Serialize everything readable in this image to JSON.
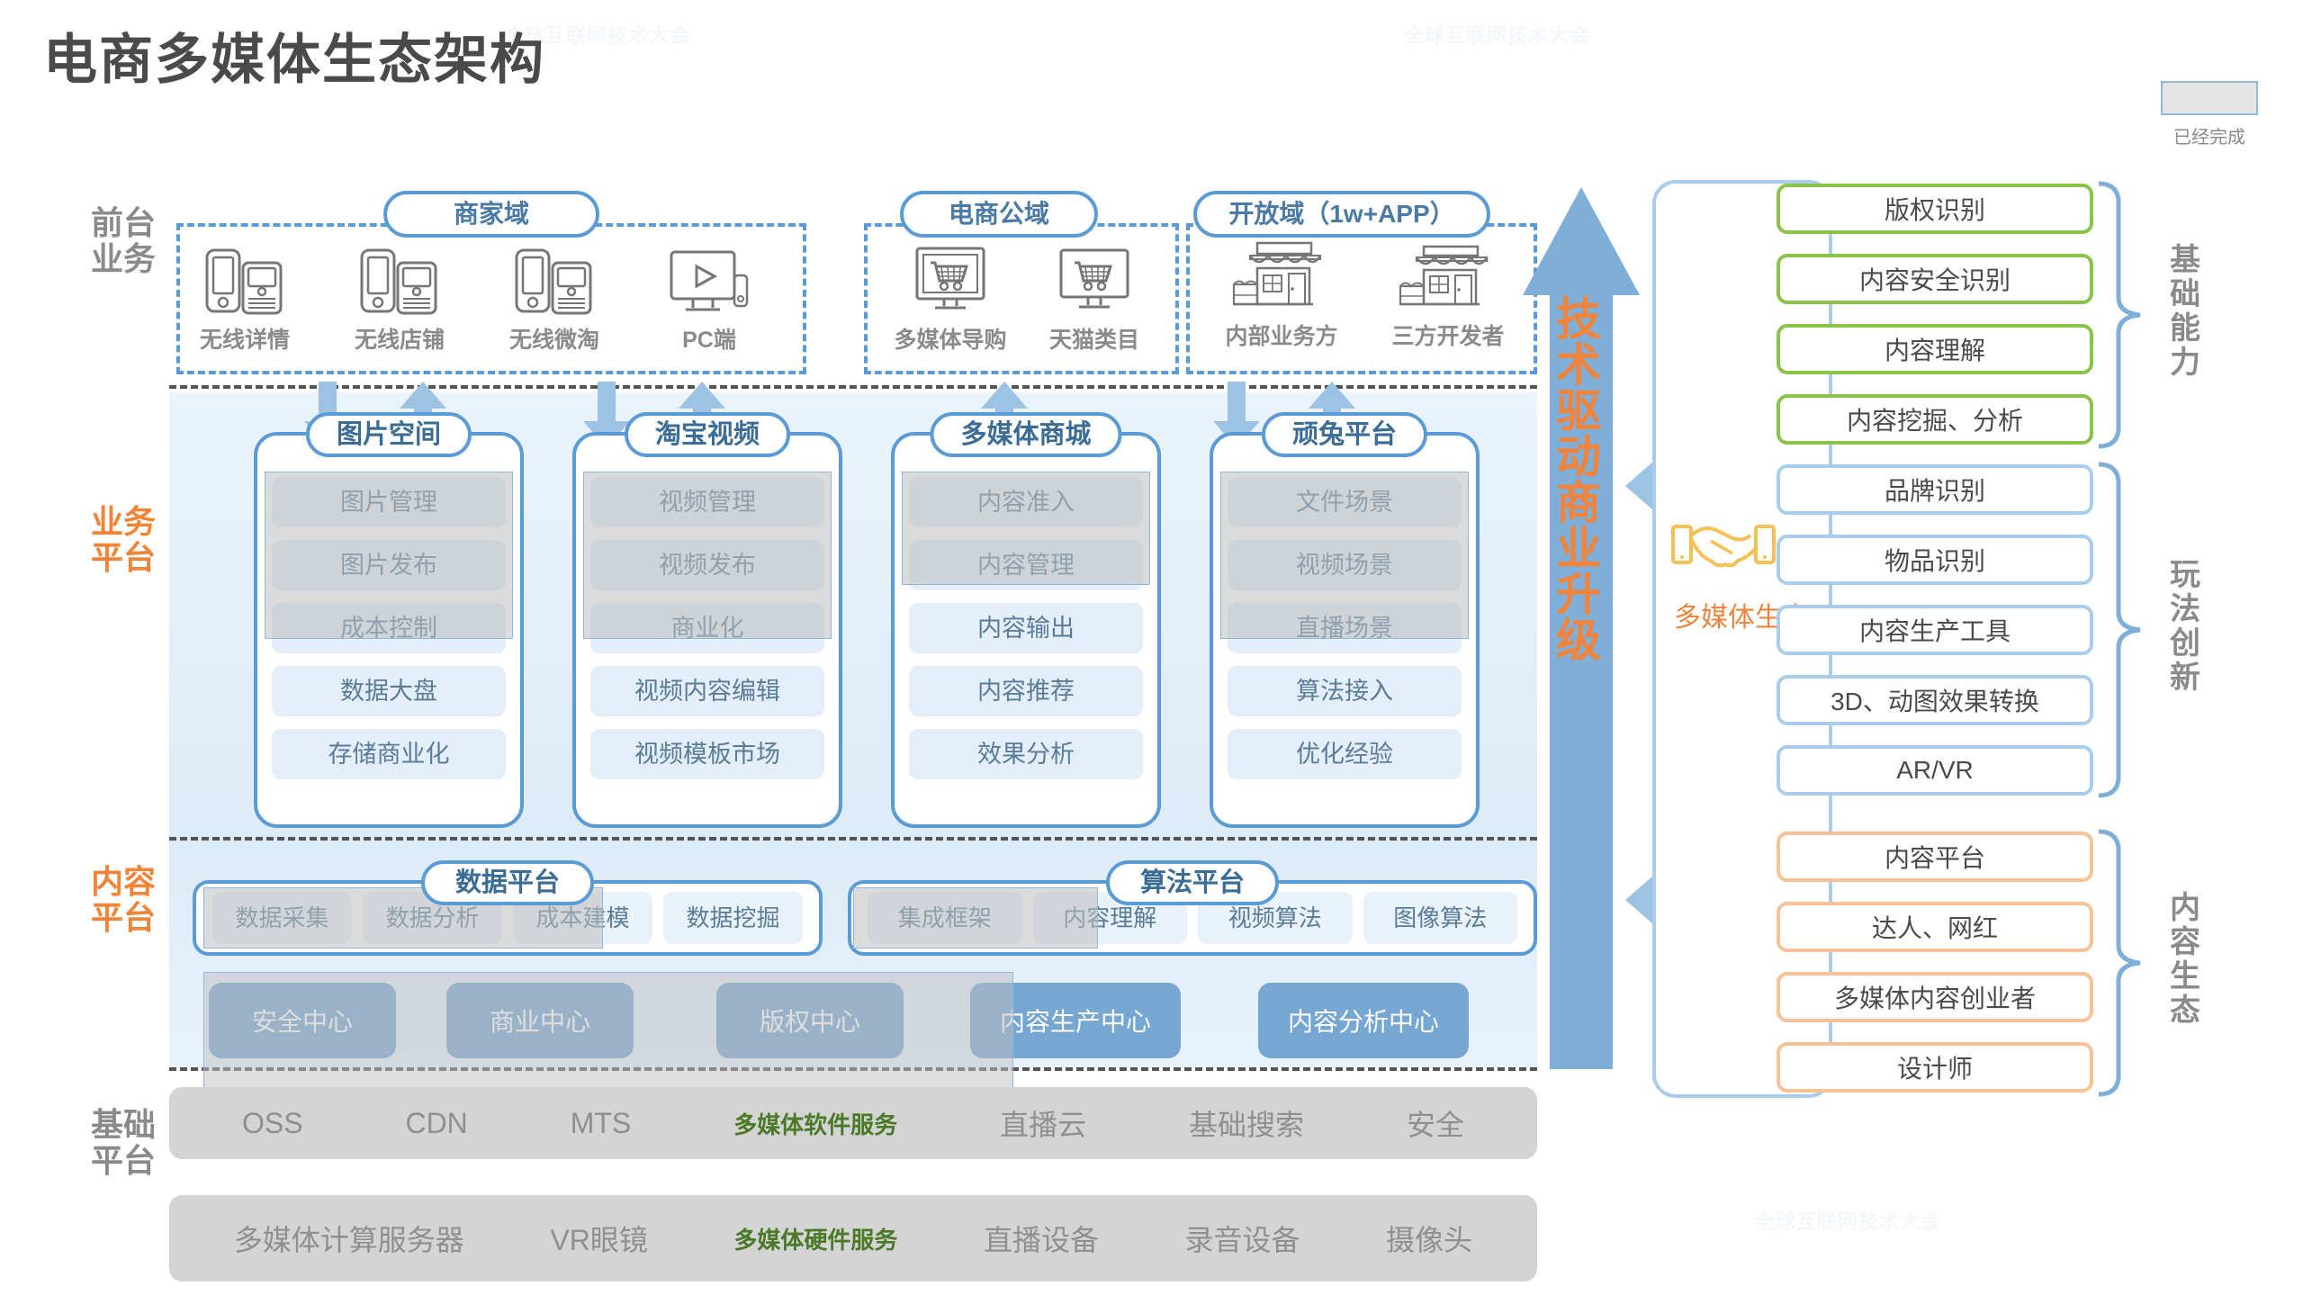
{
  "title": "电商多媒体生态架构",
  "legend": {
    "label": "已经完成",
    "swatch_fill": "#e4e4e4",
    "swatch_border": "#8fb8de"
  },
  "colors": {
    "blue": "#5b9bd5",
    "light_blue": "#a9cdea",
    "orange": "#f0843c",
    "green": "#8bc34a",
    "peach": "#f5c396",
    "gray": "#8a8a8a",
    "base_gray": "#d4d4d4",
    "accent_green_text": "#4a7a28"
  },
  "tiers": [
    {
      "id": "front",
      "label": "前台业务",
      "color": "gray"
    },
    {
      "id": "business",
      "label": "业务平台",
      "color": "orange"
    },
    {
      "id": "content",
      "label": "内容平台",
      "color": "orange"
    },
    {
      "id": "base",
      "label": "基础平台",
      "color": "gray"
    }
  ],
  "front_office": {
    "domains": [
      {
        "name": "商家域",
        "devices": [
          {
            "label": "无线详情",
            "icon": "mobile-phones-icon"
          },
          {
            "label": "无线店铺",
            "icon": "mobile-phones-icon"
          },
          {
            "label": "无线微淘",
            "icon": "mobile-phones-icon"
          },
          {
            "label": "PC端",
            "icon": "desktop-monitor-icon"
          }
        ]
      },
      {
        "name": "电商公域",
        "devices": [
          {
            "label": "多媒体导购",
            "icon": "shopping-cart-monitor-icon"
          },
          {
            "label": "天猫类目",
            "icon": "shopping-cart-monitor-icon"
          }
        ]
      },
      {
        "name": "开放域（1w+APP）",
        "devices": [
          {
            "label": "内部业务方",
            "icon": "storefront-icon"
          },
          {
            "label": "三方开发者",
            "icon": "storefront-icon"
          }
        ]
      }
    ]
  },
  "business_platform": {
    "cards": [
      {
        "title": "图片空间",
        "items": [
          {
            "label": "图片管理",
            "done": true
          },
          {
            "label": "图片发布",
            "done": true
          },
          {
            "label": "成本控制",
            "done": true
          },
          {
            "label": "数据大盘",
            "done": false
          },
          {
            "label": "存储商业化",
            "done": false
          }
        ]
      },
      {
        "title": "淘宝视频",
        "items": [
          {
            "label": "视频管理",
            "done": true
          },
          {
            "label": "视频发布",
            "done": true
          },
          {
            "label": "商业化",
            "done": true
          },
          {
            "label": "视频内容编辑",
            "done": false
          },
          {
            "label": "视频模板市场",
            "done": false
          }
        ]
      },
      {
        "title": "多媒体商城",
        "items": [
          {
            "label": "内容准入",
            "done": true
          },
          {
            "label": "内容管理",
            "done": true
          },
          {
            "label": "内容输出",
            "done": false
          },
          {
            "label": "内容推荐",
            "done": false
          },
          {
            "label": "效果分析",
            "done": false
          }
        ]
      },
      {
        "title": "顽兔平台",
        "items": [
          {
            "label": "文件场景",
            "done": true
          },
          {
            "label": "视频场景",
            "done": true
          },
          {
            "label": "直播场景",
            "done": true
          },
          {
            "label": "算法接入",
            "done": false
          },
          {
            "label": "优化经验",
            "done": false
          }
        ]
      }
    ]
  },
  "content_platform": {
    "platforms": [
      {
        "title": "数据平台",
        "chips": [
          {
            "label": "数据采集",
            "done": true
          },
          {
            "label": "数据分析",
            "done": true
          },
          {
            "label": "成本建模",
            "done": true
          },
          {
            "label": "数据挖掘",
            "done": false
          }
        ]
      },
      {
        "title": "算法平台",
        "chips": [
          {
            "label": "集成框架",
            "done": true
          },
          {
            "label": "内容理解",
            "done": true
          },
          {
            "label": "视频算法",
            "done": false
          },
          {
            "label": "图像算法",
            "done": false
          }
        ]
      }
    ],
    "centers": [
      {
        "label": "安全中心",
        "done": true
      },
      {
        "label": "商业中心",
        "done": true
      },
      {
        "label": "版权中心",
        "done": true
      },
      {
        "label": "内容生产中心",
        "done": false
      },
      {
        "label": "内容分析中心",
        "done": false
      }
    ]
  },
  "base_platform": {
    "rows": [
      {
        "cells": [
          {
            "label": "OSS",
            "accent": false
          },
          {
            "label": "CDN",
            "accent": false
          },
          {
            "label": "MTS",
            "accent": false
          },
          {
            "label": "多媒体软件服务",
            "accent": true
          },
          {
            "label": "直播云",
            "accent": false
          },
          {
            "label": "基础搜索",
            "accent": false
          },
          {
            "label": "安全",
            "accent": false
          }
        ]
      },
      {
        "cells": [
          {
            "label": "多媒体计算服务器",
            "accent": false
          },
          {
            "label": "VR眼镜",
            "accent": false
          },
          {
            "label": "多媒体硬件服务",
            "accent": true
          },
          {
            "label": "直播设备",
            "accent": false
          },
          {
            "label": "录音设备",
            "accent": false
          },
          {
            "label": "摄像头",
            "accent": false
          }
        ]
      }
    ]
  },
  "tech_arrow": {
    "text": "技术驱动商业升级",
    "direction": "up"
  },
  "ecosystem": {
    "label": "多媒体生态",
    "icon": "handshake-icon"
  },
  "capabilities": {
    "groups": [
      {
        "label": "基础能力",
        "color": "green",
        "items": [
          "版权识别",
          "内容安全识别",
          "内容理解",
          "内容挖掘、分析"
        ]
      },
      {
        "label": "玩法创新",
        "color": "light_blue",
        "items": [
          "品牌识别",
          "物品识别",
          "内容生产工具",
          "3D、动图效果转换",
          "AR/VR"
        ]
      },
      {
        "label": "内容生态",
        "color": "peach",
        "items": [
          "内容平台",
          "达人、网红",
          "多媒体内容创业者",
          "设计师"
        ]
      }
    ]
  }
}
